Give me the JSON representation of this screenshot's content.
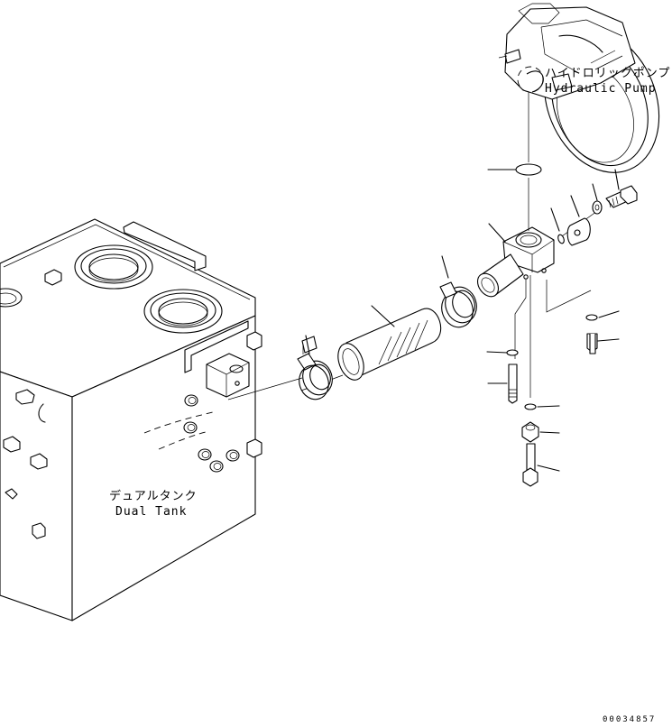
{
  "labels": {
    "pump_jp": "ハイドロリックポンプ",
    "pump_en": "Hydraulic Pump",
    "tank_jp": "デュアルタンク",
    "tank_en": "Dual Tank",
    "drawing_number": "00034857"
  },
  "colors": {
    "line": "#000000",
    "background": "#ffffff"
  }
}
